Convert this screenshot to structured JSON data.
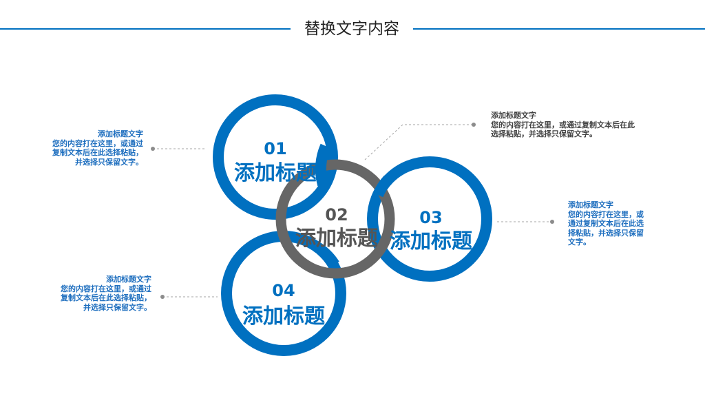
{
  "page": {
    "title": "替换文字内容"
  },
  "colors": {
    "accent": "#0070c0",
    "gray": "#666666",
    "connector": "#a6a6a6",
    "text_blue": "#1f6fbf",
    "text_gray": "#444444"
  },
  "items": [
    {
      "number": "01",
      "label": "添加标题",
      "note_title": "添加标题文字",
      "note_body": "您的内容打在这里，或通过复制文本后在此选择粘贴，并选择只保留文字。"
    },
    {
      "number": "02",
      "label": "添加标题",
      "note_title": "添加标题文字",
      "note_body": "您的内容打在这里，或通过复制文本后在此选择粘贴，并选择只保留文字。"
    },
    {
      "number": "03",
      "label": "添加标题",
      "note_title": "添加标题文字",
      "note_body": "您的内容打在这里，或通过复制文本后在此选择粘贴，并选择只保留文字。"
    },
    {
      "number": "04",
      "label": "添加标题",
      "note_title": "添加标题文字",
      "note_body": "您的内容打在这里，或通过复制文本后在此选择粘贴，并选择只保留文字。"
    }
  ]
}
